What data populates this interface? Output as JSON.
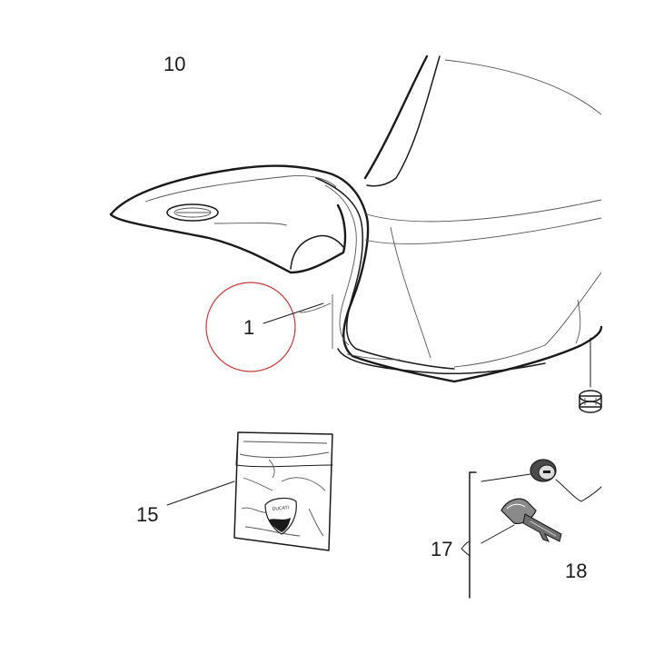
{
  "diagram": {
    "labels": {
      "part_10": "10",
      "part_1": "1",
      "part_15": "15",
      "part_17": "17",
      "part_18": "18"
    },
    "pouch_logo_text": "DUCATI",
    "colors": {
      "line": "#1a1a1a",
      "highlight_circle": "#c0393b",
      "background": "#ffffff"
    },
    "highlighted_part": "1"
  }
}
